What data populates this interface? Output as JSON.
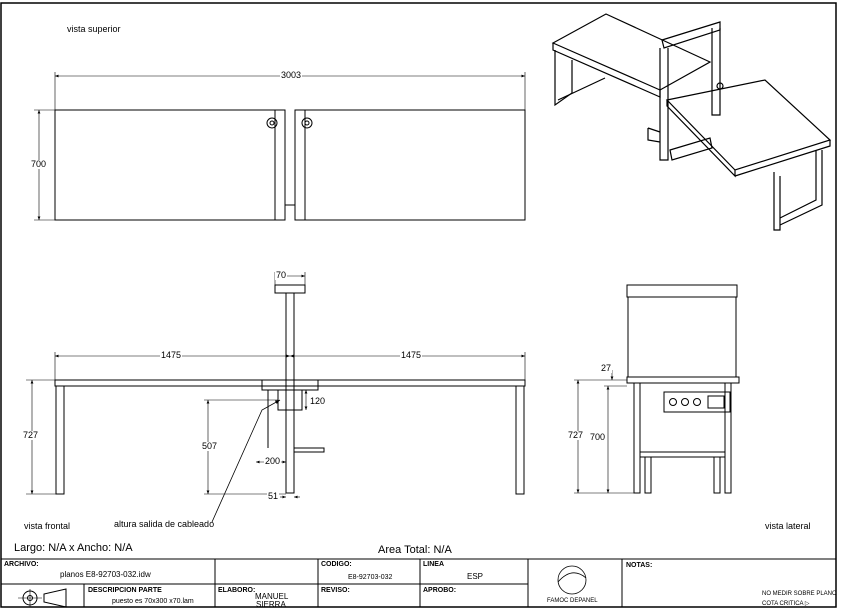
{
  "views": {
    "top": "vista superior",
    "front": "vista frontal",
    "side": "vista lateral"
  },
  "dimensions": {
    "overall_width": "3003",
    "depth": "700",
    "screen_width": "70",
    "half_left": "1475",
    "half_right": "1475",
    "outlet_height": "120",
    "height_total": "727",
    "height_cable": "507",
    "tray_width": "200",
    "base_offset": "51",
    "side_height_total": "727",
    "side_height_inner": "700",
    "side_screen_offset": "27"
  },
  "annotations": {
    "cable_exit": "altura salida de cableado"
  },
  "summary": {
    "largo_ancho": "Largo: N/A x Ancho: N/A",
    "area_total": "Area Total: N/A"
  },
  "title_block": {
    "archivo_label": "ARCHIVO:",
    "archivo_value": "planos E8-92703-032.idw",
    "descripcion_label": "DESCRIPCION PARTE",
    "descripcion_value": "puesto es 70x300 x70.lam",
    "codigo_label": "CODIGO:",
    "codigo_value": "E8-92703-032",
    "linea_label": "LINEA",
    "linea_value": "ESP",
    "elaboro_label": "ELABORO:",
    "elaboro_value_1": "MANUEL",
    "elaboro_value_2": "SIERRA",
    "reviso_label": "REVISO:",
    "aprobo_label": "APROBO:",
    "logo_text": "FAMOC DEPANEL",
    "notas_label": "NOTAS:",
    "nota_1": "NO MEDIR SOBRE PLANO",
    "nota_2": "COTA CRITICA ▷"
  }
}
